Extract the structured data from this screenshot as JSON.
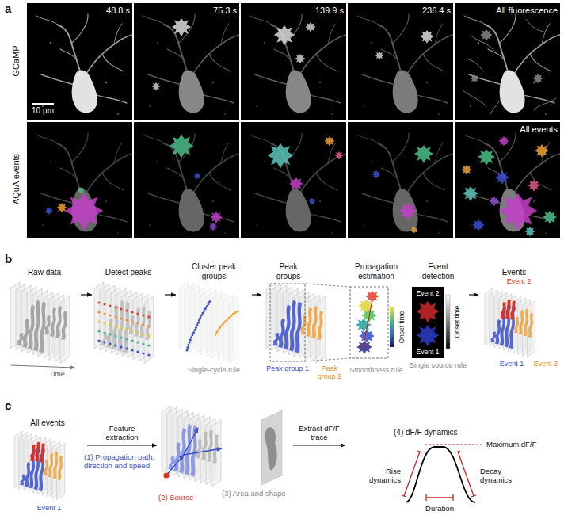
{
  "diagram": {
    "nodes": [
      {
        "text": [
          "Raw data",
          "Time"
        ]
      },
      {
        "text": [
          "Detect peaks"
        ]
      },
      {
        "text": [
          "Cluster peak groups",
          "Single-cycle rule"
        ]
      },
      {
        "text": [
          "Peak groups",
          "Peak group 1",
          "Peak group 2"
        ]
      },
      {
        "text": [
          "Propagation estimation",
          "Onset time",
          "Smoothness rule"
        ]
      },
      {
        "text": [
          "Event detection",
          "Event 2",
          "Event 1",
          "Onset time",
          "Single source rule"
        ]
      },
      {
        "text": [
          "Events",
          "Event 2",
          "Event 1",
          "Event 3"
        ]
      },
      {
        "text": [
          "All events",
          "Event 1"
        ]
      },
      {
        "text": [
          "(2) Source",
          "(3) Area and shape"
        ]
      },
      {
        "text": [
          "(4) dF/F dynamics",
          "Maximum dF/F",
          "Rise dynamics",
          "Decay dynamics",
          "Duration"
        ]
      }
    ],
    "edges": [
      {
        "from": 0,
        "to": 1,
        "arrow": "to"
      },
      {
        "from": 1,
        "to": 2,
        "arrow": "to"
      },
      {
        "from": 2,
        "to": 3,
        "arrow": "to"
      },
      {
        "from": 5,
        "to": 6,
        "arrow": "to"
      },
      {
        "from": 7,
        "to": 8,
        "arrow": "to",
        "label": "Feature extraction"
      },
      {
        "from": 8,
        "to": 9,
        "arrow": "to",
        "label": "Extract dF/F trace"
      }
    ],
    "labels": [
      "a",
      "GCaMP",
      "AQuA events",
      "48.8 s",
      "75.3 s",
      "139.9 s",
      "236.4 s",
      "All fluorescence",
      "10 μm",
      "All events",
      "b",
      "c",
      "(1) Propagation path, direction and speed"
    ]
  }
}
